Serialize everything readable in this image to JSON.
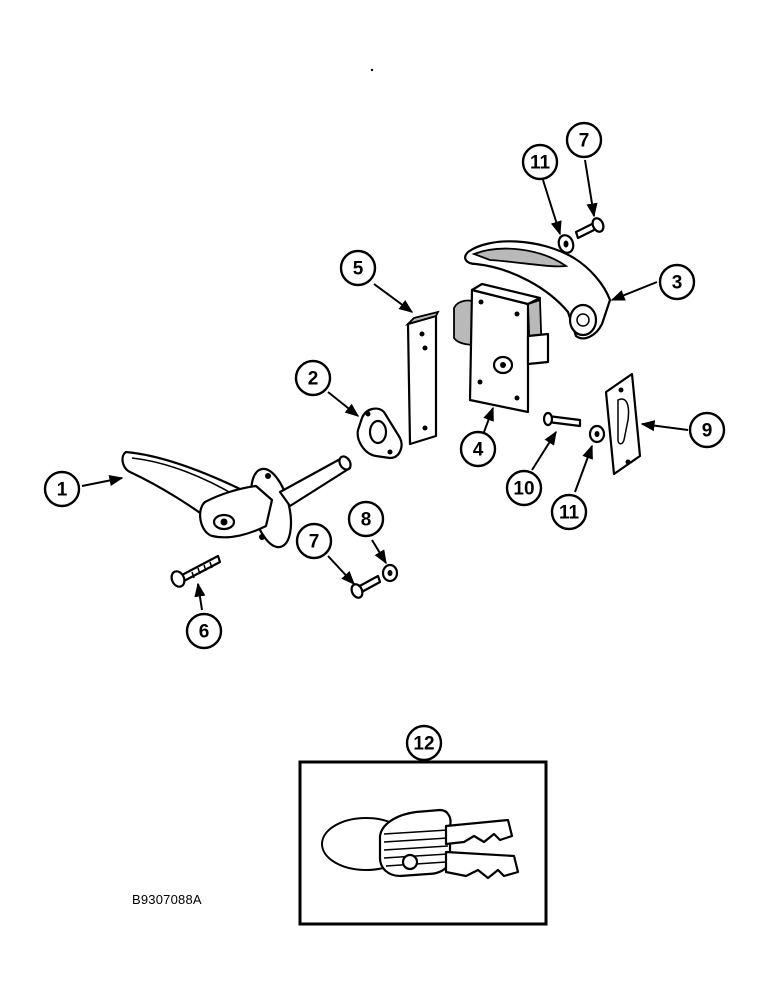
{
  "figure": {
    "reference_code": "B9307088A"
  },
  "callouts": [
    {
      "id": "callout-1",
      "label": "1"
    },
    {
      "id": "callout-2",
      "label": "2"
    },
    {
      "id": "callout-3",
      "label": "3"
    },
    {
      "id": "callout-4",
      "label": "4"
    },
    {
      "id": "callout-5",
      "label": "5"
    },
    {
      "id": "callout-6",
      "label": "6"
    },
    {
      "id": "callout-7-top",
      "label": "7"
    },
    {
      "id": "callout-7-bottom",
      "label": "7"
    },
    {
      "id": "callout-8",
      "label": "8"
    },
    {
      "id": "callout-9",
      "label": "9"
    },
    {
      "id": "callout-10",
      "label": "10"
    },
    {
      "id": "callout-11-top",
      "label": "11"
    },
    {
      "id": "callout-11-bottom",
      "label": "11"
    },
    {
      "id": "callout-12",
      "label": "12"
    }
  ]
}
